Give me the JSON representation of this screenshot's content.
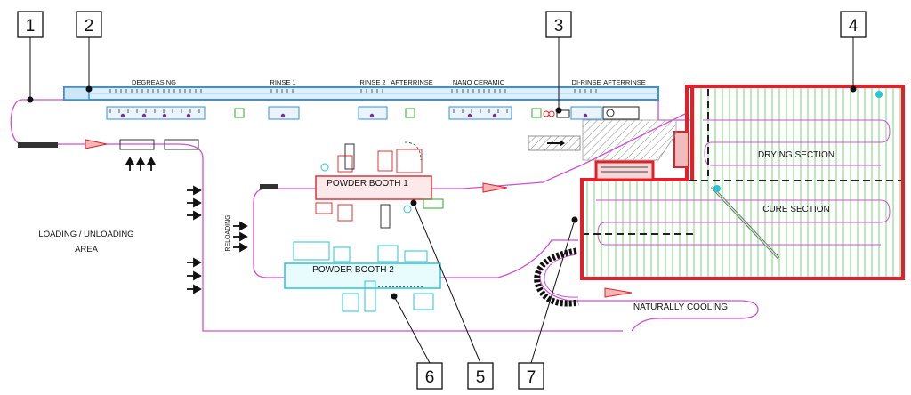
{
  "callouts": [
    "1",
    "2",
    "3",
    "4",
    "5",
    "6",
    "7"
  ],
  "labels": {
    "degreasing": "DEGREASING",
    "rinse1": "RINSE 1",
    "rinse2": "RINSE 2",
    "afterrinse1": "AFTERRINSE",
    "nano": "NANO CERAMIC",
    "dirinse": "DI-RINSE",
    "afterrinse2": "AFTERRINSE",
    "drying": "DRYING SECTION",
    "cure": "CURE SECTION",
    "booth1": "POWDER BOOTH 1",
    "booth2": "POWDER BOOTH 2",
    "reloading": "RELOADING",
    "loading1": "LOADING / UNLOADING",
    "loading2": "AREA",
    "cooling": "NATURALLY COOLING"
  },
  "colors": {
    "conveyor": "#d14fd1",
    "pretreat": "#3a8ee6",
    "oven": "#e0202a",
    "oven_grid": "#3cc43c",
    "booth1": "#d8343a",
    "booth2": "#27c6d6",
    "ink": "#111111"
  }
}
